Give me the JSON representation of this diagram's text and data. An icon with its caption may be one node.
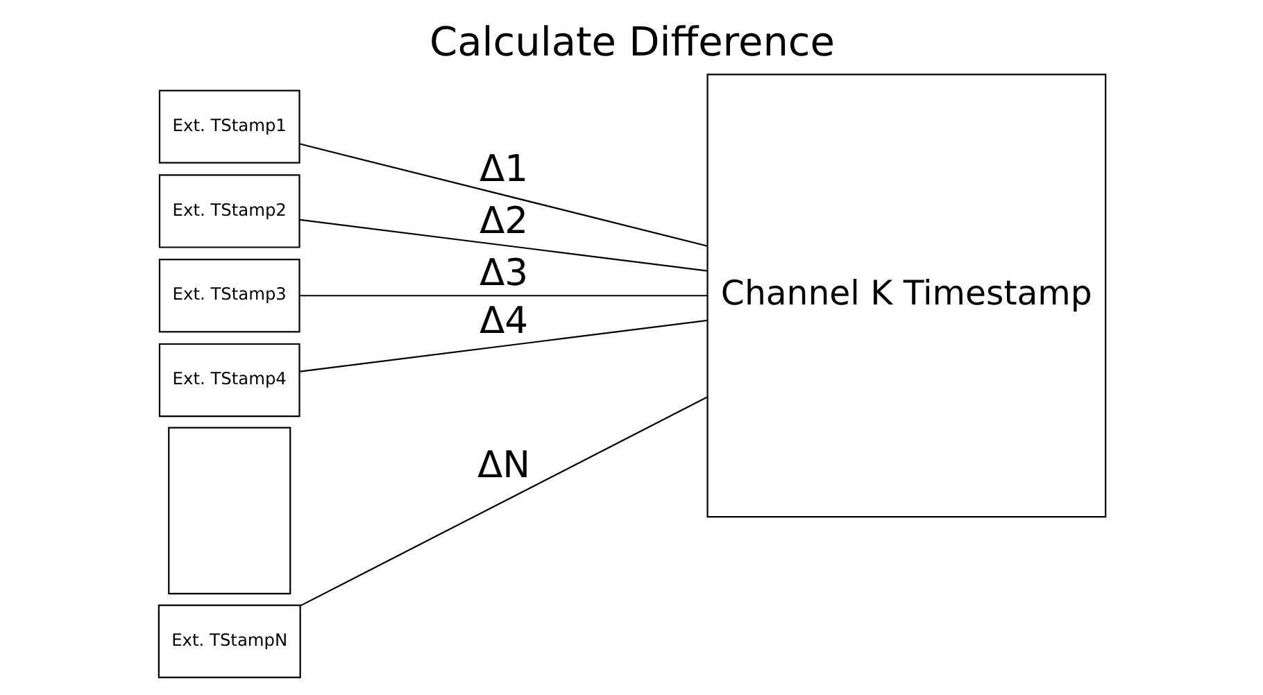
{
  "diagram": {
    "title": "Calculate Difference",
    "nodes": [
      {
        "text": [
          "Ext. TStamp1"
        ]
      },
      {
        "text": [
          "Ext. TStamp2"
        ]
      },
      {
        "text": [
          "Ext. TStamp3"
        ]
      },
      {
        "text": [
          "Ext. TStamp4"
        ]
      },
      {
        "text": [],
        "shape": "box"
      },
      {
        "text": [
          "Ext. TStampN"
        ]
      },
      {
        "text": [
          "Channel K Timestamp"
        ]
      }
    ],
    "edges": [
      {
        "from": 0,
        "to": 6,
        "arrow": "none",
        "label": "Δ1"
      },
      {
        "from": 1,
        "to": 6,
        "arrow": "none",
        "label": "Δ2"
      },
      {
        "from": 2,
        "to": 6,
        "arrow": "none",
        "label": "Δ3"
      },
      {
        "from": 3,
        "to": 6,
        "arrow": "none",
        "label": "Δ4"
      },
      {
        "from": 5,
        "to": 6,
        "arrow": "none",
        "label": "ΔN"
      }
    ]
  }
}
